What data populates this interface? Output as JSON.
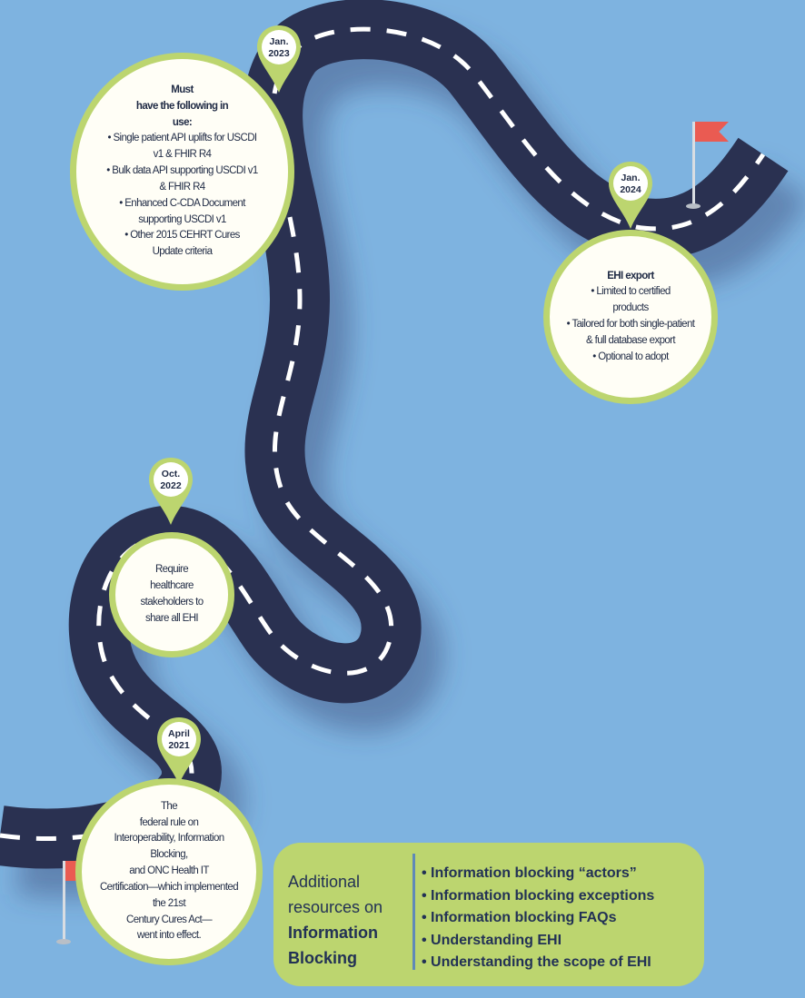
{
  "colors": {
    "background": "#7eb3e0",
    "road": "#2a3151",
    "road_dash": "#ffffff",
    "accent_green": "#bcd56f",
    "bubble_fill": "#fffef6",
    "flag": "#ea5b52",
    "text": "#1f2a44"
  },
  "milestones": [
    {
      "date": [
        "April",
        "2021"
      ],
      "lines": [
        {
          "text": "The",
          "bold": false
        },
        {
          "text": "federal rule on",
          "bold": false
        },
        {
          "text": "Interoperability, Information",
          "bold": false
        },
        {
          "text": "Blocking,",
          "bold": false
        },
        {
          "text": "and ONC Health IT",
          "bold": false
        },
        {
          "text": "Certification—which implemented",
          "bold": false
        },
        {
          "text": "the 21st",
          "bold": false
        },
        {
          "text": "Century Cures Act—",
          "bold": false
        },
        {
          "text": "went into effect.",
          "bold": false
        }
      ]
    },
    {
      "date": [
        "Oct.",
        "2022"
      ],
      "lines": [
        {
          "text": "Require",
          "bold": false
        },
        {
          "text": "healthcare",
          "bold": false
        },
        {
          "text": "stakeholders to",
          "bold": false
        },
        {
          "text": "share all EHI",
          "bold": false
        }
      ]
    },
    {
      "date": [
        "Jan.",
        "2023"
      ],
      "lines": [
        {
          "text": "Must",
          "bold": true
        },
        {
          "text": "have the following in",
          "bold": true
        },
        {
          "text": "use:",
          "bold": true
        },
        {
          "text": "• Single patient API uplifts for USCDI",
          "bold": false
        },
        {
          "text": "v1 & FHIR R4",
          "bold": false
        },
        {
          "text": "• Bulk data API supporting USCDI v1",
          "bold": false
        },
        {
          "text": "& FHIR R4",
          "bold": false
        },
        {
          "text": "• Enhanced C-CDA Document",
          "bold": false
        },
        {
          "text": "supporting USCDI v1",
          "bold": false
        },
        {
          "text": "• Other 2015 CEHRT Cures",
          "bold": false
        },
        {
          "text": "Update criteria",
          "bold": false
        }
      ]
    },
    {
      "date": [
        "Jan.",
        "2024"
      ],
      "lines": [
        {
          "text": "EHI export",
          "bold": true
        },
        {
          "text": "• Limited to certified",
          "bold": false
        },
        {
          "text": "products",
          "bold": false
        },
        {
          "text": "• Tailored for both single-patient",
          "bold": false
        },
        {
          "text": "& full database export",
          "bold": false
        },
        {
          "text": "• Optional to adopt",
          "bold": false
        }
      ]
    }
  ],
  "resources": {
    "heading": [
      "Additional",
      "resources on"
    ],
    "heading_bold": [
      "Information",
      "Blocking"
    ],
    "items": [
      "Information blocking “actors”",
      "Information blocking exceptions",
      "Information blocking FAQs",
      "Understanding EHI",
      "Understanding the scope of EHI"
    ]
  }
}
